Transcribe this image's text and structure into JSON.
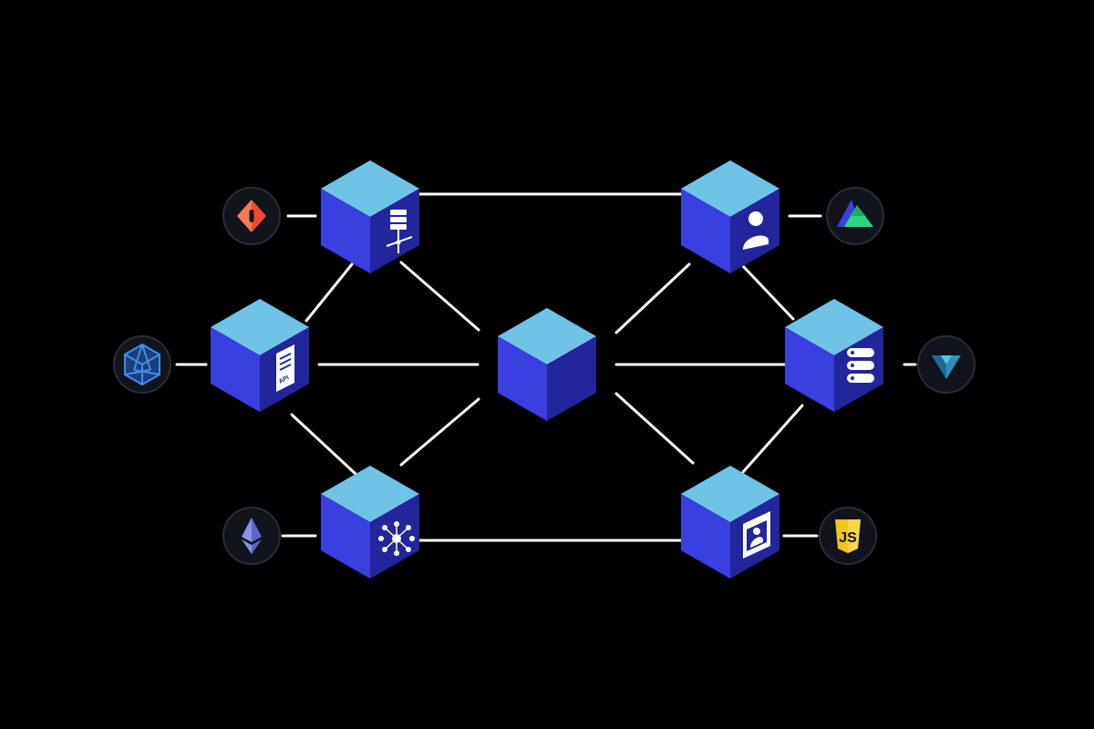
{
  "diagram": {
    "background": "#000000",
    "cube_colors": {
      "top": "#6ec3e6",
      "left": "#3a3fe0",
      "right": "#23259a"
    },
    "connector_color": "#ffffff",
    "center_node": {
      "label": "",
      "icon": "none"
    },
    "nodes": [
      {
        "id": "server-rack",
        "icon": "server-rack-icon"
      },
      {
        "id": "user",
        "icon": "user-icon"
      },
      {
        "id": "api-doc",
        "icon": "api-document-icon",
        "icon_text": "API"
      },
      {
        "id": "database",
        "icon": "database-icon"
      },
      {
        "id": "network-graph",
        "icon": "network-graph-icon"
      },
      {
        "id": "id-card",
        "icon": "id-card-icon"
      }
    ],
    "logos": [
      {
        "id": "red-diamond",
        "icon": "red-diamond-logo-icon",
        "color": "#ef4a36"
      },
      {
        "id": "polyhedron",
        "icon": "polyhedron-logo-icon",
        "color": "#3d8ef0"
      },
      {
        "id": "ethereum",
        "icon": "ethereum-logo-icon",
        "color": "#8a92e8"
      },
      {
        "id": "green-triangle",
        "icon": "green-triangle-logo-icon",
        "color": "#2ed47a"
      },
      {
        "id": "blue-shield",
        "icon": "blue-triangle-logo-icon",
        "color": "#2e8fbf"
      },
      {
        "id": "javascript",
        "icon": "javascript-logo-icon",
        "color": "#f0c419",
        "icon_text": "JS"
      }
    ]
  }
}
